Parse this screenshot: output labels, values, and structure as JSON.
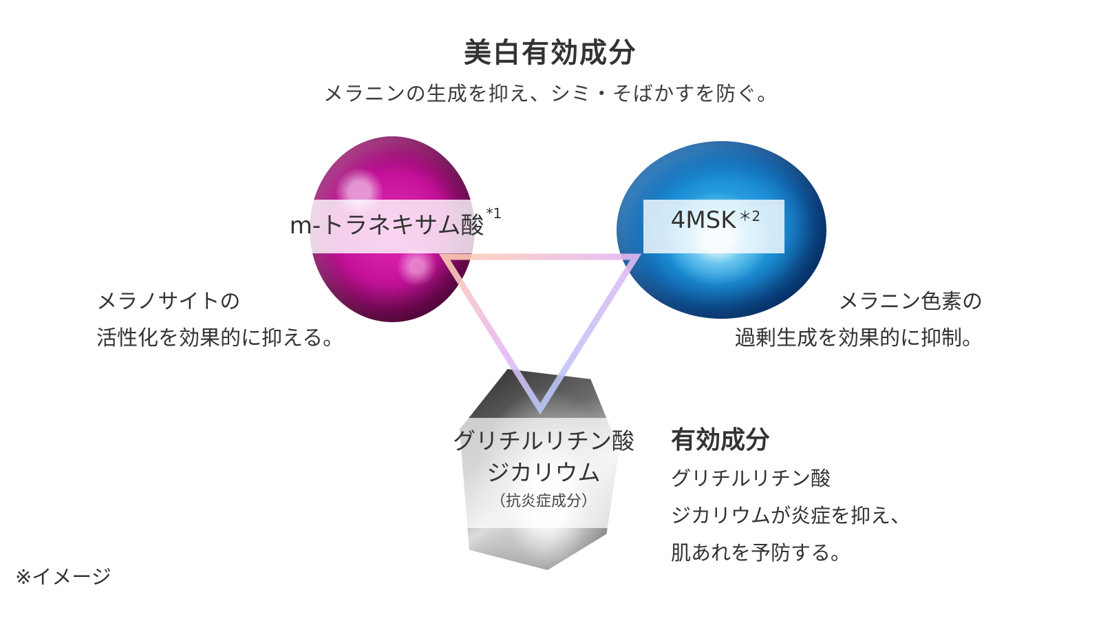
{
  "heading": {
    "title": "美白有効成分",
    "subtitle": "メラニンの生成を抑え、シミ・そばかすを防ぐ。"
  },
  "ingredients": {
    "m_tranexamic": {
      "name": "m-トラネキサム酸",
      "mark": "*1",
      "description": [
        "メラノサイトの",
        "活性化を効果的に抑える。"
      ]
    },
    "msk": {
      "name": "4MSK",
      "mark": "＊2",
      "description": [
        "メラニン色素の",
        "過剰生成を効果的に抑制。"
      ]
    },
    "glycyrrhizinate": {
      "name_lines": [
        "グリチルリチン酸",
        "ジカリウム"
      ],
      "note": "（抗炎症成分）"
    }
  },
  "active_ingredient": {
    "title": "有効成分",
    "lines": [
      "グリチルリチン酸",
      "ジカリウムが炎症を抑え、",
      "肌あれを予防する。"
    ]
  },
  "footnote": "※イメージ",
  "colors": {
    "pink_sphere": "#c4129a",
    "blue_sphere": "#1c8fd6",
    "triangle_gradient": [
      "#ffc8a0",
      "#e6b8ff",
      "#8fd3ff"
    ]
  }
}
